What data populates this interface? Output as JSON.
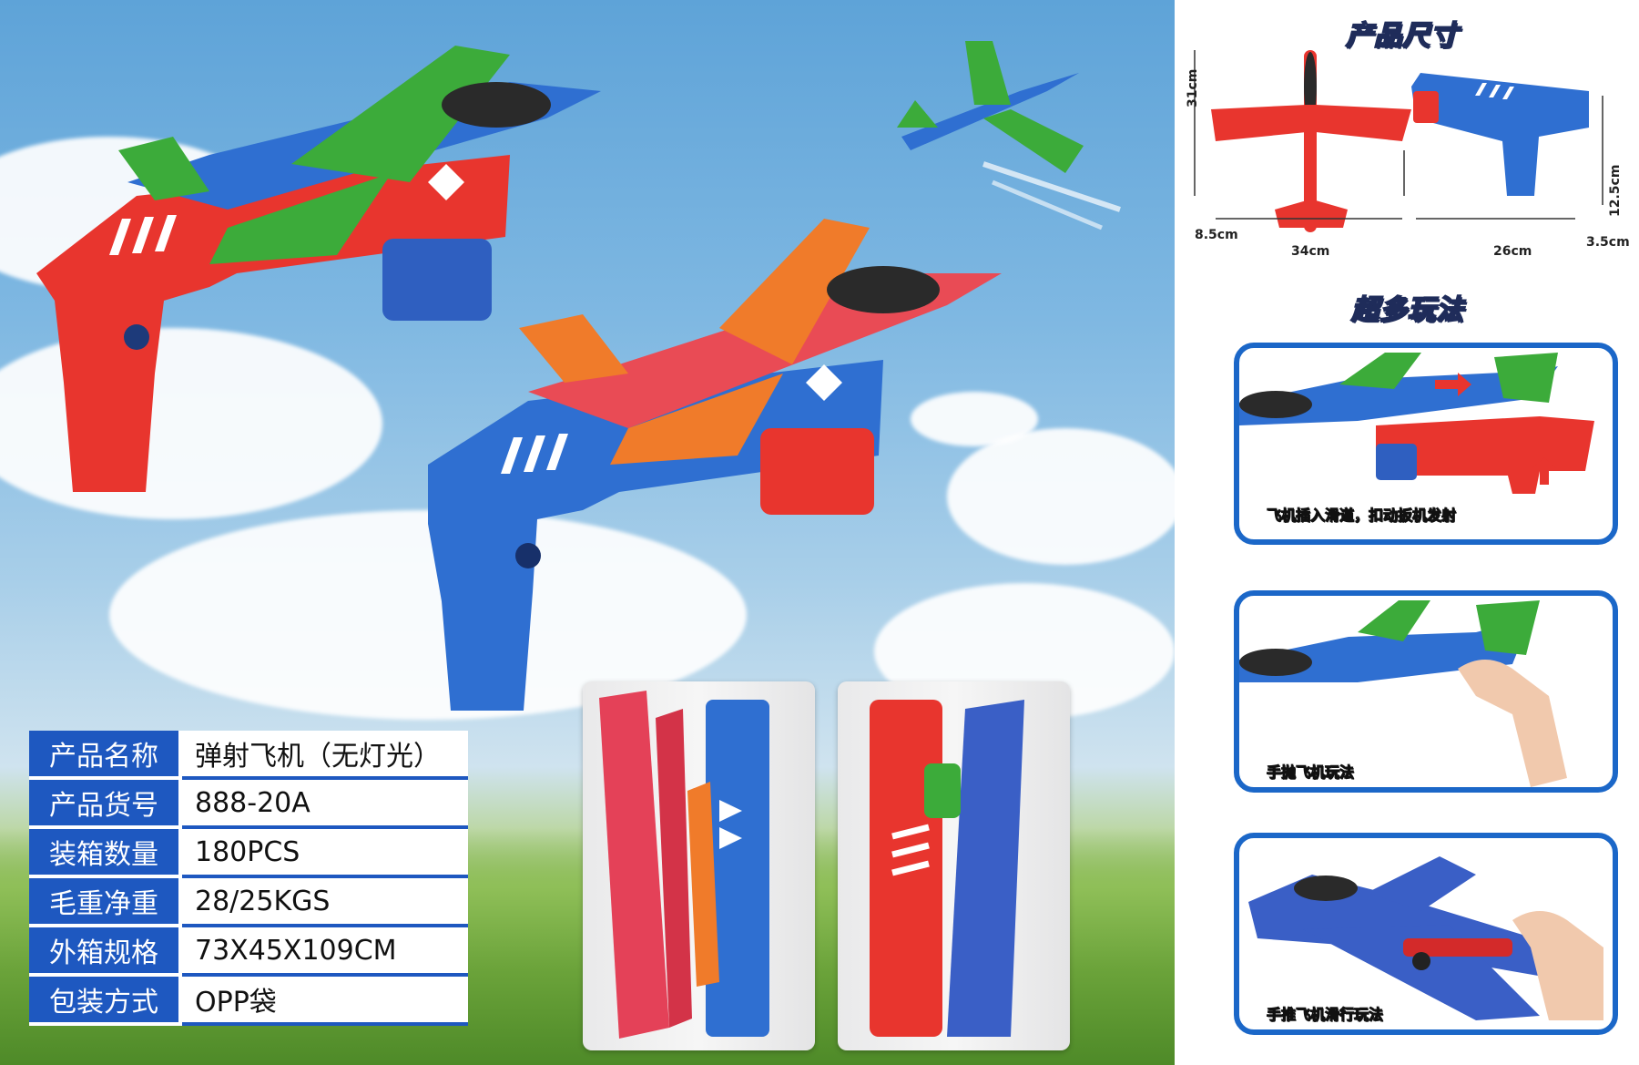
{
  "spec": {
    "rows": [
      {
        "label": "产品名称",
        "value": "弹射飞机（无灯光）"
      },
      {
        "label": "产品货号",
        "value": "888-20A"
      },
      {
        "label": "装箱数量",
        "value": "180PCS"
      },
      {
        "label": "毛重净重",
        "value": "28/25KGS"
      },
      {
        "label": "外箱规格",
        "value": "73X45X109CM"
      },
      {
        "label": "包装方式",
        "value": "OPP袋"
      }
    ]
  },
  "size_section": {
    "title": "产品尺寸",
    "plane_height": "31cm",
    "plane_tail": "8.5cm",
    "plane_width": "34cm",
    "gun_length": "26cm",
    "gun_height": "12.5cm",
    "gun_depth": "3.5cm"
  },
  "play_section": {
    "title": "超多玩法",
    "captions": [
      "飞机插入滑道，扣动扳机发射",
      "手抛飞机玩法",
      "手推飞机滑行玩法"
    ]
  },
  "colors": {
    "accent_blue": "#1e58c0",
    "toy_red": "#e8352e",
    "toy_blue": "#2f6fd1",
    "decal_green": "#3cab3a"
  }
}
